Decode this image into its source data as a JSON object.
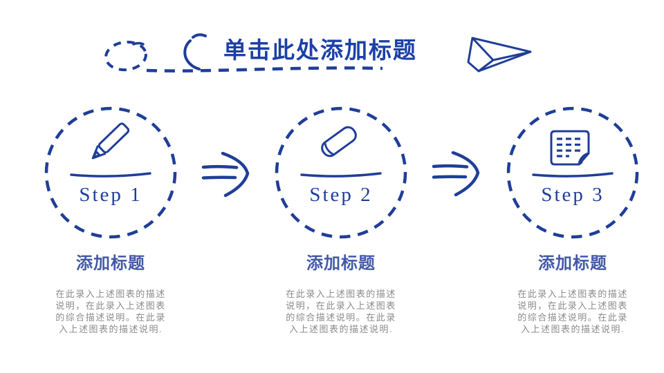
{
  "slide": {
    "title": "单击此处添加标题",
    "colors": {
      "navy": "#1F3E99",
      "title-blue": "#1C40A8",
      "heading-blue": "#4359A5",
      "body-gray": "#8B8B8B"
    },
    "decoration_icons": [
      "dashed-loop-icon",
      "dashed-underline",
      "curl-hook-icon",
      "paper-plane-icon"
    ],
    "arrow_icon": "double-line-arrow-icon",
    "steps": [
      {
        "label": "Step 1",
        "icon": "pencil-icon",
        "heading": "添加标题",
        "description": "在此录入上述图表的描述\n说明，在此录入上述图表\n的综合描述说明。在此录\n入上述图表的描述说明."
      },
      {
        "label": "Step 2",
        "icon": "eraser-icon",
        "heading": "添加标题",
        "description": "在此录入上述图表的描述\n说明，在此录入上述图表\n的综合描述说明。在此录\n入上述图表的描述说明."
      },
      {
        "label": "Step 3",
        "icon": "note-icon",
        "heading": "添加标题",
        "description": "在此录入上述图表的描述\n说明，在此录入上述图表\n的综合描述说明。在此录\n入上述图表的描述说明."
      }
    ]
  }
}
